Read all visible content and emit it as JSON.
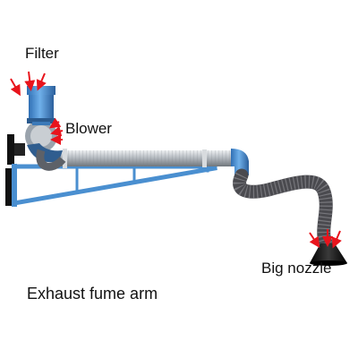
{
  "labels": {
    "filter": "Filter",
    "blower": "Blower",
    "nozzle": "Big nozzle",
    "title": "Exhaust fume arm"
  },
  "colors": {
    "arrow": "#e8141c",
    "frame": "#4a8fd0",
    "filter_body": "#4b86c6",
    "duct_silver": "#b9bec3",
    "hose_dark": "#4a4a4f",
    "hood": "#141414"
  }
}
